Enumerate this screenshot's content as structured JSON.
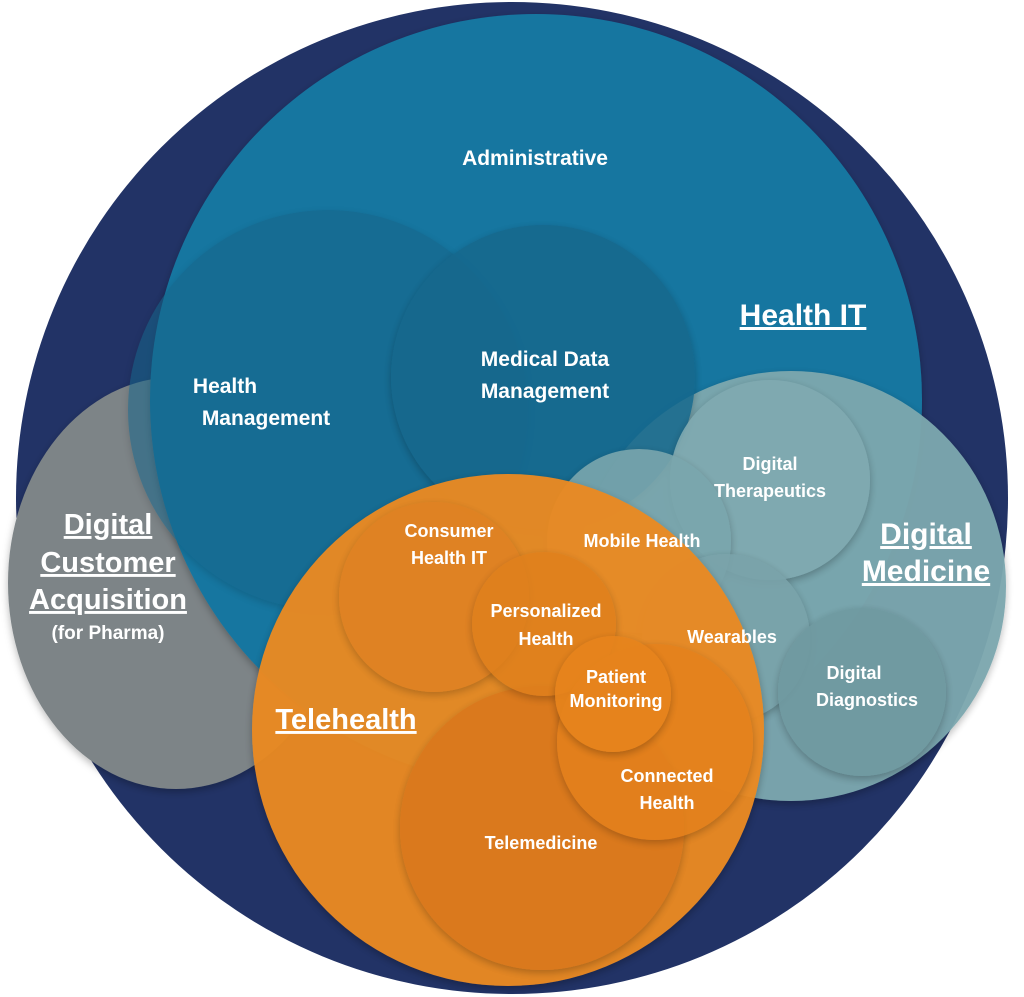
{
  "diagram": {
    "groups": {
      "health_it": "Health IT",
      "digital_medicine_line1": "Digital",
      "digital_medicine_line2": "Medicine",
      "telehealth": "Telehealth",
      "digital_customer_acquisition_line1": "Digital",
      "digital_customer_acquisition_line2": "Customer",
      "digital_customer_acquisition_line3": "Acquisition",
      "digital_customer_acquisition_note": "(for Pharma)"
    },
    "segments": {
      "administrative": "Administrative",
      "health_management_line1": "Health",
      "health_management_line2": "Management",
      "medical_data_management_line1": "Medical Data",
      "medical_data_management_line2": "Management",
      "digital_therapeutics_line1": "Digital",
      "digital_therapeutics_line2": "Therapeutics",
      "mobile_health": "Mobile Health",
      "wearables": "Wearables",
      "digital_diagnostics_line1": "Digital",
      "digital_diagnostics_line2": "Diagnostics",
      "consumer_health_it_line1": "Consumer",
      "consumer_health_it_line2": "Health IT",
      "personalized_health_line1": "Personalized",
      "personalized_health_line2": "Health",
      "patient_monitoring_line1": "Patient",
      "patient_monitoring_line2": "Monitoring",
      "connected_health_line1": "Connected",
      "connected_health_line2": "Health",
      "telemedicine": "Telemedicine"
    },
    "colors": {
      "outer": "#223366",
      "health_it": "#1776a0",
      "digital_customer_acquisition": "#7d8487",
      "digital_medicine": "#7ba7ae",
      "telehealth": "#ea8a23",
      "label": "#ffffff"
    }
  }
}
